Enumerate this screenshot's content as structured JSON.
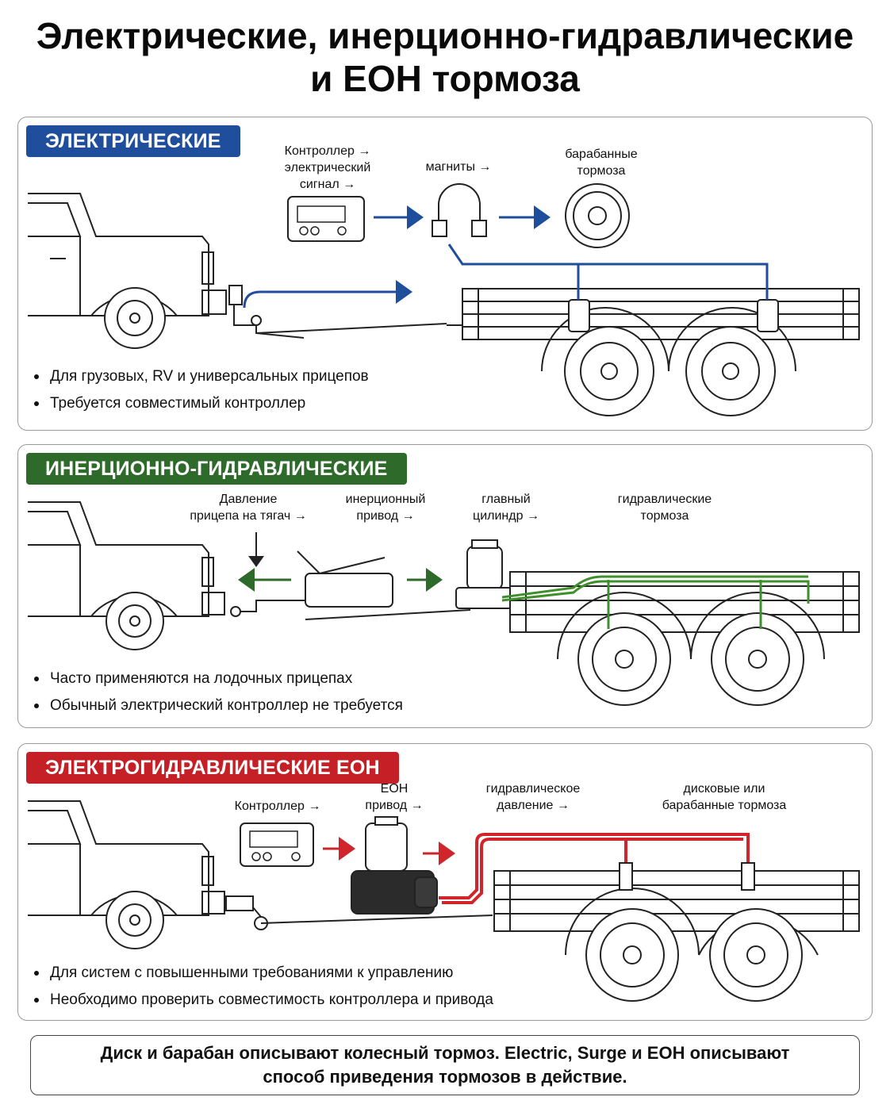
{
  "title": {
    "line1": "Электрические, инерционно-гидравлические",
    "line2": "и EOH тормоза"
  },
  "electric": {
    "badge": "ЭЛЕКТРИЧЕСКИЕ",
    "badge_color": "#1f4e9c",
    "line_color": "#1f4e9c",
    "labels": {
      "controller": "Контроллер →\nэлектрический\nсигнал →",
      "magnets": "магниты →",
      "drum": "барабанные\nтормоза"
    },
    "bullets": [
      "Для грузовых, RV и универсальных прицепов",
      "Требуется совместимый контроллер"
    ]
  },
  "surge": {
    "badge": "ИНЕРЦИОННО-ГИДРАВЛИЧЕСКИЕ",
    "badge_color": "#2e6b2a",
    "line_color": "#3f8f2b",
    "labels": {
      "pressure": "Давление\nприцепа на тягач →",
      "actuator": "инерционный\nпривод →",
      "master": "главный\nцилиндр →",
      "hydraulic": "гидравлические\nтормоза"
    },
    "bullets": [
      "Часто применяются на лодочных прицепах",
      "Обычный электрический контроллер не требуется"
    ]
  },
  "eoh": {
    "badge": "ЭЛЕКТРОГИДРАВЛИЧЕСКИЕ EOH",
    "badge_color": "#c42026",
    "line_color": "#d0252b",
    "labels": {
      "controller": "Контроллер →",
      "actuator": "EOH\nпривод →",
      "pressure": "гидравлическое\nдавление →",
      "brakes": "дисковые или\nбарабанные тормоза"
    },
    "bullets": [
      "Для систем с повышенными требованиями к управлению",
      "Необходимо проверить совместимость контроллера и привода"
    ]
  },
  "note": {
    "line1": "Диск и барабан описывают колесный тормоз. Electric, Surge и EOH описывают",
    "line2": "способ приведения тормозов в действие."
  }
}
